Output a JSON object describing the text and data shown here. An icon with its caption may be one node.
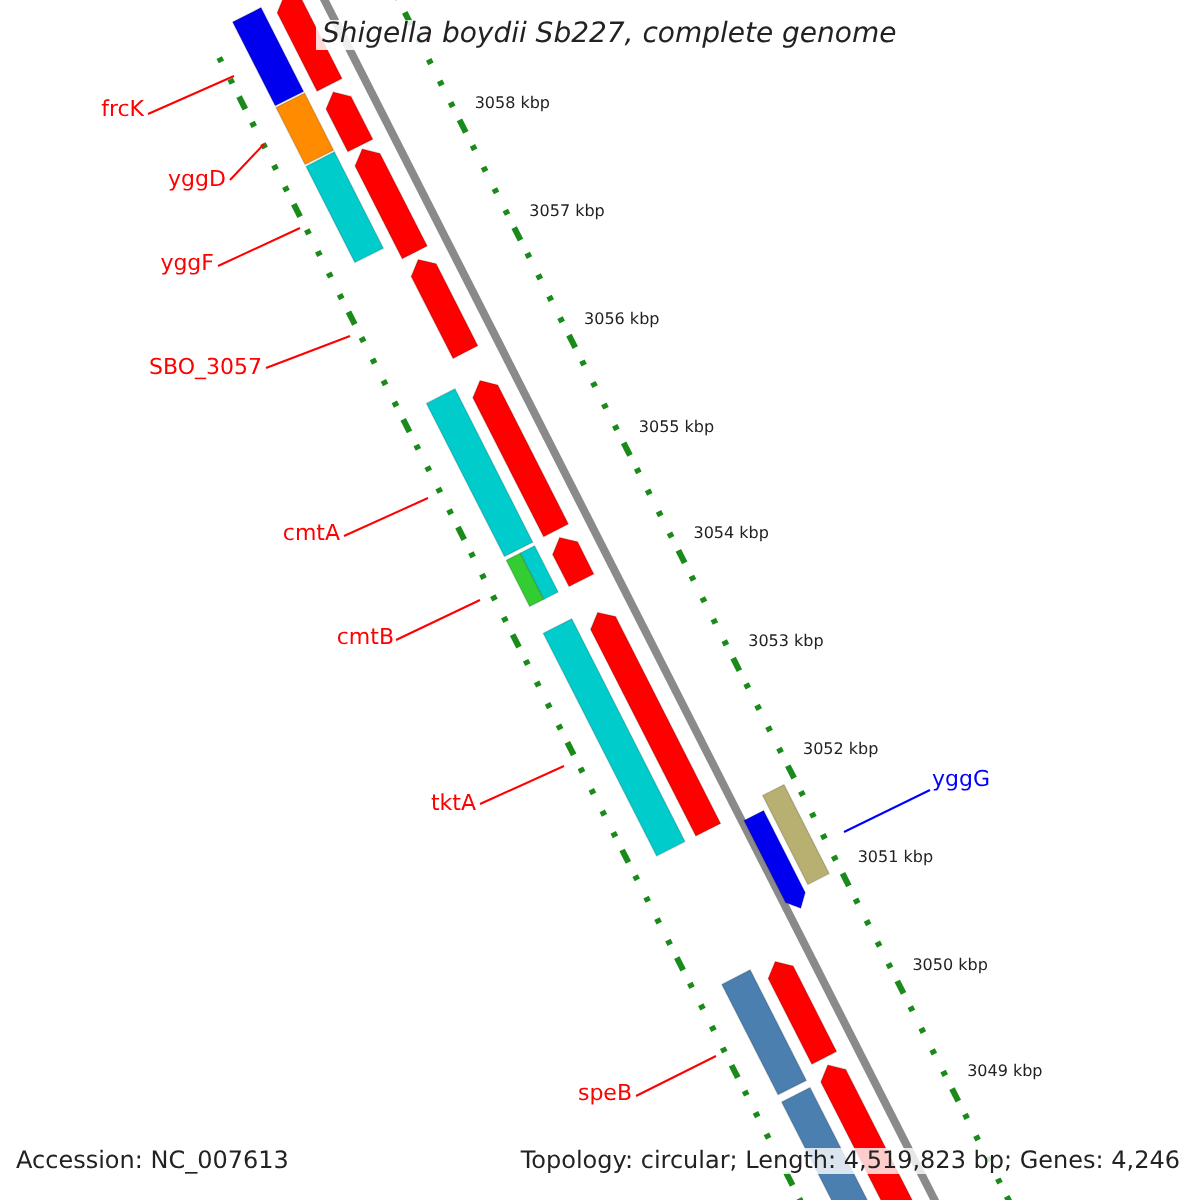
{
  "diagram": {
    "title": "Shigella boydii Sb227, complete genome",
    "nodes": [
      {
        "text": [
          "frcK"
        ]
      },
      {
        "text": [
          "yggD"
        ]
      },
      {
        "text": [
          "yggF"
        ]
      },
      {
        "text": [
          "SBO_3057"
        ]
      },
      {
        "text": [
          "cmtA"
        ]
      },
      {
        "text": [
          "cmtB"
        ]
      },
      {
        "text": [
          "tktA"
        ]
      },
      {
        "text": [
          "speB"
        ]
      },
      {
        "text": [
          "yggG"
        ]
      }
    ],
    "edges": [
      {
        "from": 0,
        "to": null,
        "arrow": "none"
      },
      {
        "from": 1,
        "to": null,
        "arrow": "none"
      },
      {
        "from": 2,
        "to": null,
        "arrow": "none"
      },
      {
        "from": 3,
        "to": null,
        "arrow": "none"
      },
      {
        "from": 4,
        "to": null,
        "arrow": "none"
      },
      {
        "from": 5,
        "to": null,
        "arrow": "none"
      },
      {
        "from": 6,
        "to": null,
        "arrow": "none"
      },
      {
        "from": 7,
        "to": null,
        "arrow": "none"
      },
      {
        "from": 8,
        "to": null,
        "arrow": "none",
        "color": "#0000ff"
      }
    ],
    "labels": [
      "3058 kbp",
      "3057 kbp",
      "3056 kbp",
      "3055 kbp",
      "3054 kbp",
      "3053 kbp",
      "3052 kbp",
      "3051 kbp",
      "3050 kbp",
      "3049 kbp",
      "Accession: NC_007613",
      "Topology: circular; Length: 4,519,823 bp; Genes: 4,246"
    ]
  }
}
